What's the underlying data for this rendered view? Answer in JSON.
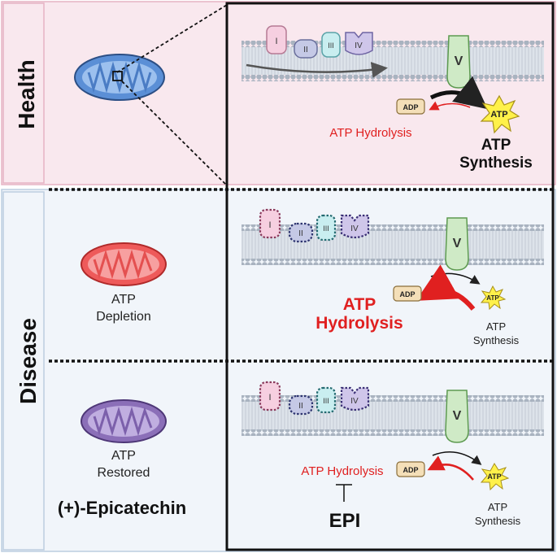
{
  "left_panel": {
    "health_label": "Health",
    "disease_label": "Disease",
    "depleted_caption": [
      "ATP",
      "Depletion"
    ],
    "restored_caption": [
      "ATP",
      "Restored"
    ],
    "treatment_label": "(+)-Epicatechin"
  },
  "complexes": {
    "c1": "I",
    "c2": "II",
    "c3": "III",
    "c4": "IV",
    "c5": "V"
  },
  "health_panel": {
    "adp": "ADP",
    "atp": "ATP",
    "hydrolysis": "ATP Hydrolysis",
    "synthesis": [
      "ATP",
      "Synthesis"
    ]
  },
  "disease_panel": {
    "adp": "ADP",
    "atp": "ATP",
    "hydrolysis": [
      "ATP",
      "Hydrolysis"
    ],
    "synthesis": [
      "ATP",
      "Synthesis"
    ]
  },
  "treated_panel": {
    "adp": "ADP",
    "atp": "ATP",
    "hydrolysis": "ATP Hydrolysis",
    "synthesis": [
      "ATP",
      "Synthesis"
    ],
    "inhibitor": "EPI"
  },
  "colors": {
    "health_bg": "#f9e8ee",
    "health_border": "#e6b3c4",
    "disease_bg": "#f1f5fa",
    "disease_border": "#bccde0",
    "membrane": "#a9b3c0",
    "hydrolysis_red": "#e02020",
    "mito_healthy": "#5b8fd6",
    "mito_depleted": "#ee5a5a",
    "mito_restored": "#8b6fb8"
  }
}
